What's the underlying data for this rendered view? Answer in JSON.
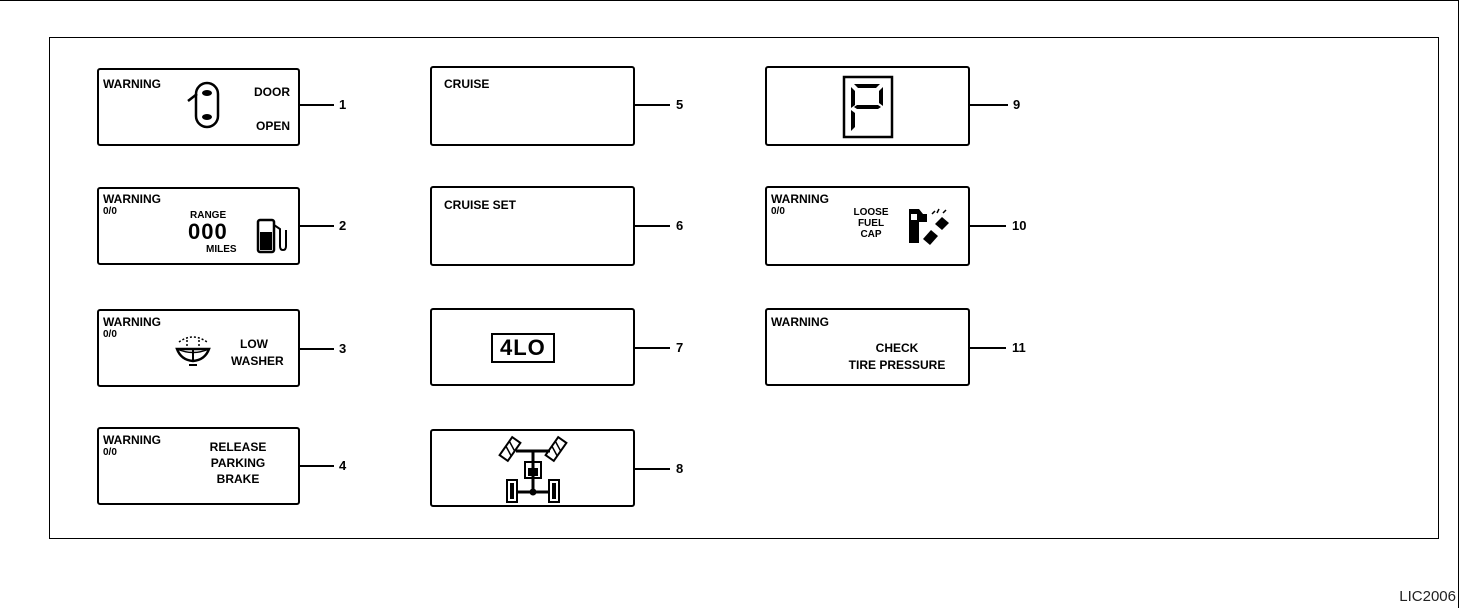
{
  "figure_code": "LIC2006",
  "panels": [
    {
      "number": "1",
      "warning": "WARNING",
      "line1": "DOOR",
      "line2": "OPEN",
      "icon": "door-open-icon"
    },
    {
      "number": "2",
      "warning": "WARNING",
      "code": "0/0",
      "label_top": "RANGE",
      "digits": "000",
      "label_bottom": "MILES",
      "icon": "fuel-pump-icon"
    },
    {
      "number": "3",
      "warning": "WARNING",
      "code": "0/0",
      "line1": "LOW",
      "line2": "WASHER",
      "icon": "washer-fluid-icon"
    },
    {
      "number": "4",
      "warning": "WARNING",
      "code": "0/0",
      "line1": "RELEASE",
      "line2": "PARKING",
      "line3": "BRAKE"
    },
    {
      "number": "5",
      "line1": "CRUISE"
    },
    {
      "number": "6",
      "line1": "CRUISE SET"
    },
    {
      "number": "7",
      "indicator": "4LO"
    },
    {
      "number": "8",
      "icon": "four-wheel-drive-icon"
    },
    {
      "number": "9",
      "icon": "park-gear-segment-icon"
    },
    {
      "number": "10",
      "warning": "WARNING",
      "code": "0/0",
      "line1": "LOOSE",
      "line2": "FUEL",
      "line3": "CAP",
      "icon": "fuel-cap-icon"
    },
    {
      "number": "11",
      "warning": "WARNING",
      "line1": "CHECK",
      "line2": "TIRE PRESSURE"
    }
  ]
}
